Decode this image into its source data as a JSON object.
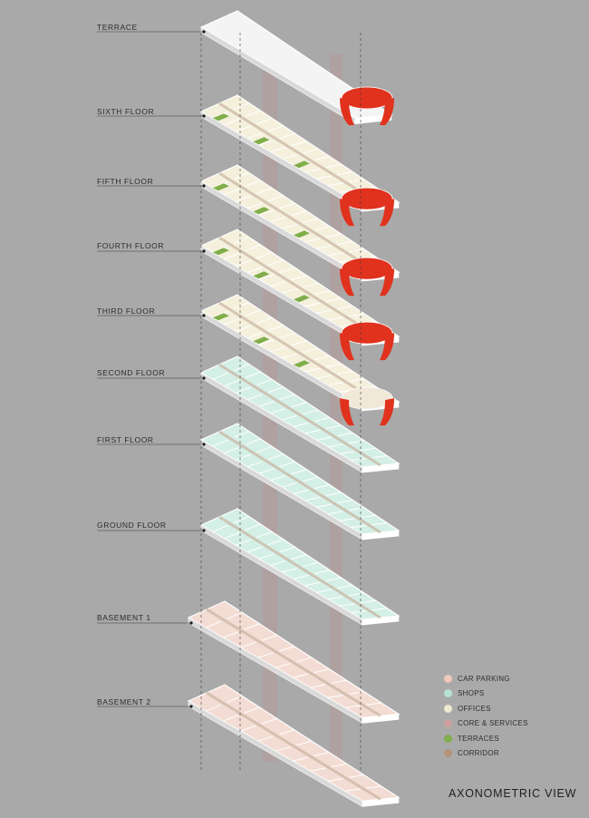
{
  "floors": [
    {
      "id": "terrace",
      "label": "TERRACE",
      "use": "terrace"
    },
    {
      "id": "sixth",
      "label": "SIXTH FLOOR",
      "use": "offices"
    },
    {
      "id": "fifth",
      "label": "FIFTH FLOOR",
      "use": "offices"
    },
    {
      "id": "fourth",
      "label": "FOURTH FLOOR",
      "use": "offices"
    },
    {
      "id": "third",
      "label": "THIRD FLOOR",
      "use": "offices"
    },
    {
      "id": "second",
      "label": "SECOND FLOOR",
      "use": "shops"
    },
    {
      "id": "first",
      "label": "FIRST FLOOR",
      "use": "shops"
    },
    {
      "id": "ground",
      "label": "GROUND FLOOR",
      "use": "shops"
    },
    {
      "id": "basement1",
      "label": "BASEMENT 1",
      "use": "parking"
    },
    {
      "id": "basement2",
      "label": "BASEMENT 2",
      "use": "parking"
    }
  ],
  "legend": [
    {
      "label": "CAR PARKING",
      "color": "#f1c9b9"
    },
    {
      "label": "SHOPS",
      "color": "#b6e1d4"
    },
    {
      "label": "OFFICES",
      "color": "#ecead2"
    },
    {
      "label": "CORE & SERVICES",
      "color": "#cfa0a0"
    },
    {
      "label": "TERRACES",
      "color": "#7fae4a"
    },
    {
      "label": "CORRIDOR",
      "color": "#b59378"
    }
  ],
  "view_title": "AXONOMETRIC VIEW",
  "colors": {
    "background": "#a9a9a9",
    "parking": "#f3dcd3",
    "shops": "#d4efe6",
    "offices": "#f4f0dc",
    "core": "#b89494",
    "terrace": "#7fae4a",
    "accent_red": "#e0321d",
    "slab_edge": "#ffffff",
    "slab_side": "#d9d9d9"
  }
}
